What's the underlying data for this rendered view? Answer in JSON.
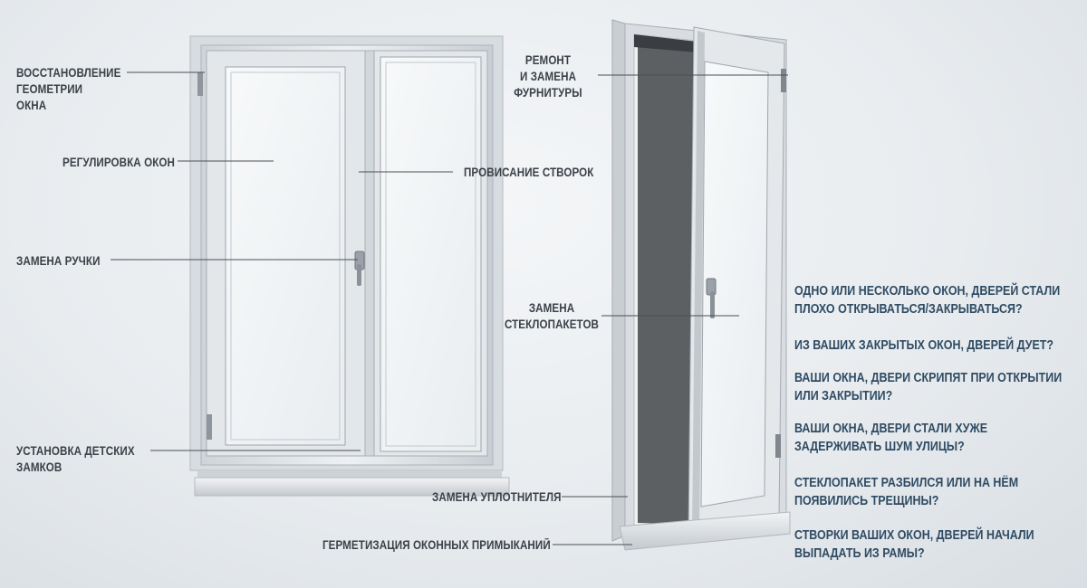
{
  "labels": {
    "geometry": "ВОССТАНОВЛЕНИЕ\nГЕОМЕТРИИ\nОКНА",
    "adjust": "РЕГУЛИРОВКА ОКОН",
    "handle": "ЗАМЕНА РУЧКИ",
    "child_locks": "УСТАНОВКА ДЕТСКИХ\nЗАМКОВ",
    "fittings": "РЕМОНТ\nИ ЗАМЕНА\nФУРНИТУРЫ",
    "sagging": "ПРОВИСАНИЕ СТВОРОК",
    "glass": "ЗАМЕНА\nСТЕКЛОПАКЕТОВ",
    "seal": "ЗАМЕНА УПЛОТНИТЕЛЯ",
    "sealing_joints": "ГЕРМЕТИЗАЦИЯ ОКОННЫХ ПРИМЫКАНИЙ"
  },
  "questions": [
    "ОДНО ИЛИ НЕСКОЛЬКО ОКОН, ДВЕРЕЙ СТАЛИ ПЛОХО ОТКРЫВАТЬСЯ/ЗАКРЫВАТЬСЯ?",
    "ИЗ ВАШИХ ЗАКРЫТЫХ ОКОН, ДВЕРЕЙ ДУЕТ?",
    "ВАШИ ОКНА, ДВЕРИ СКРИПЯТ ПРИ ОТКРЫТИИ ИЛИ ЗАКРЫТИИ?",
    "ВАШИ ОКНА, ДВЕРИ СТАЛИ ХУЖЕ ЗАДЕРЖИВАТЬ ШУМ УЛИЦЫ?",
    "СТЕКЛОПАКЕТ РАЗБИЛСЯ ИЛИ НА НЁМ ПОЯВИЛИСЬ ТРЕЩИНЫ?",
    "СТВОРКИ ВАШИХ ОКОН, ДВЕРЕЙ НАЧАЛИ ВЫПАДАТЬ ИЗ РАМЫ?"
  ],
  "colors": {
    "label": "#3b4148",
    "question": "#2f4b63",
    "frame": "#dfe3e7",
    "glass": "#f3f6f8"
  }
}
